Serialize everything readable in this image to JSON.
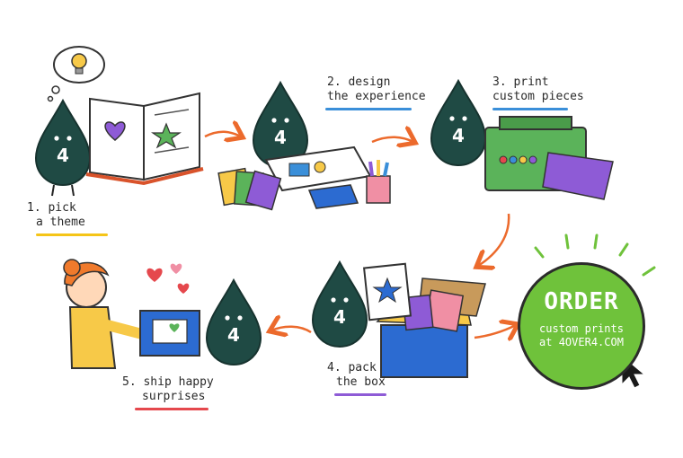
{
  "steps": [
    {
      "number": "1.",
      "line1": "pick",
      "line2": "a theme",
      "underline_color": "#f5c518"
    },
    {
      "number": "2.",
      "line1": "design",
      "line2": "the experience",
      "underline_color": "#3a8fd9"
    },
    {
      "number": "3.",
      "line1": "print",
      "line2": "custom pieces",
      "underline_color": "#3a8fd9"
    },
    {
      "number": "4.",
      "line1": "pack",
      "line2": "the box",
      "underline_color": "#8e5bd6"
    },
    {
      "number": "5.",
      "line1": "ship happy",
      "line2": "surprises",
      "underline_color": "#e5484d"
    }
  ],
  "mascot_badge": "4",
  "cta": {
    "title": "ORDER",
    "line1": "custom prints",
    "line2": "at 4OVER4.COM"
  },
  "colors": {
    "mascot": "#1f4a44",
    "arrow": "#ec6a2c",
    "cta_green": "#6fc23b",
    "printer_green": "#5bb35a",
    "box_blue": "#2c6bd1"
  },
  "icons": [
    "lightbulb-icon",
    "heart-icon",
    "star-icon",
    "cursor-icon"
  ]
}
